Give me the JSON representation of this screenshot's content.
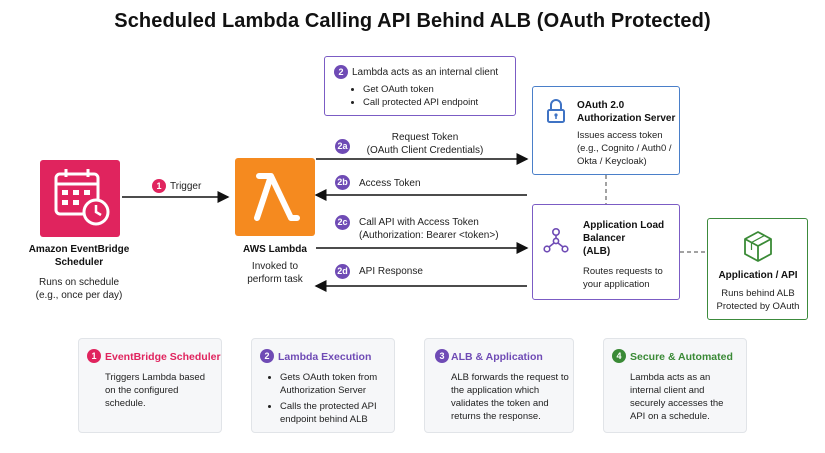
{
  "title": "Scheduled Lambda Calling API Behind ALB (OAuth Protected)",
  "colors": {
    "pink": "#e0245e",
    "orange": "#f58a1f",
    "purple": "#6f4bb5",
    "blue": "#3f73c4",
    "green": "#3a8a36"
  },
  "icons": {
    "eventbridge": "calendar-clock-icon",
    "lambda": "lambda-icon",
    "oauth": "lock-icon",
    "alb": "load-balancer-icon",
    "app": "cube-icon"
  },
  "eventbridge": {
    "name_line1": "Amazon EventBridge",
    "name_line2": "Scheduler",
    "desc_line1": "Runs on schedule",
    "desc_line2": "(e.g., once per day)"
  },
  "trigger": {
    "num": "1",
    "label": "Trigger"
  },
  "lambda": {
    "name": "AWS Lambda",
    "desc_line1": "Invoked to",
    "desc_line2": "perform task"
  },
  "callout": {
    "num": "2",
    "title": "Lambda acts as an internal client",
    "items": [
      "Get OAuth token",
      "Call protected API endpoint"
    ]
  },
  "oauth": {
    "title_line1": "OAuth 2.0",
    "title_line2": "Authorization Server",
    "desc_line1": "Issues access token",
    "desc_line2": "(e.g., Cognito / Auth0 /",
    "desc_line3": "Okta / Keycloak)"
  },
  "alb": {
    "title_line1": "Application Load",
    "title_line2": "Balancer",
    "title_line3": "(ALB)",
    "desc_line1": "Routes requests to",
    "desc_line2": "your application"
  },
  "app": {
    "title": "Application / API",
    "desc_line1": "Runs behind ALB",
    "desc_line2": "Protected by OAuth"
  },
  "flows": {
    "s2a": {
      "num": "2a",
      "line1": "Request Token",
      "line2": "(OAuth Client Credentials)"
    },
    "s2b": {
      "num": "2b",
      "line1": "Access Token"
    },
    "s2c": {
      "num": "2c",
      "line1": "Call API with Access Token",
      "line2": "(Authorization: Bearer <token>)"
    },
    "s2d": {
      "num": "2d",
      "line1": "API Response"
    }
  },
  "cards": [
    {
      "num": "1",
      "title": "EventBridge Scheduler",
      "body": "Triggers Lambda based on the configured schedule."
    },
    {
      "num": "2",
      "title": "Lambda Execution",
      "items": [
        "Gets OAuth token from Authorization Server",
        "Calls the protected API endpoint behind ALB"
      ]
    },
    {
      "num": "3",
      "title": "ALB & Application",
      "body": "ALB forwards the request to the application which validates the token and returns the response."
    },
    {
      "num": "4",
      "title": "Secure & Automated",
      "body": "Lambda acts as an internal client and securely accesses the API on a schedule."
    }
  ]
}
